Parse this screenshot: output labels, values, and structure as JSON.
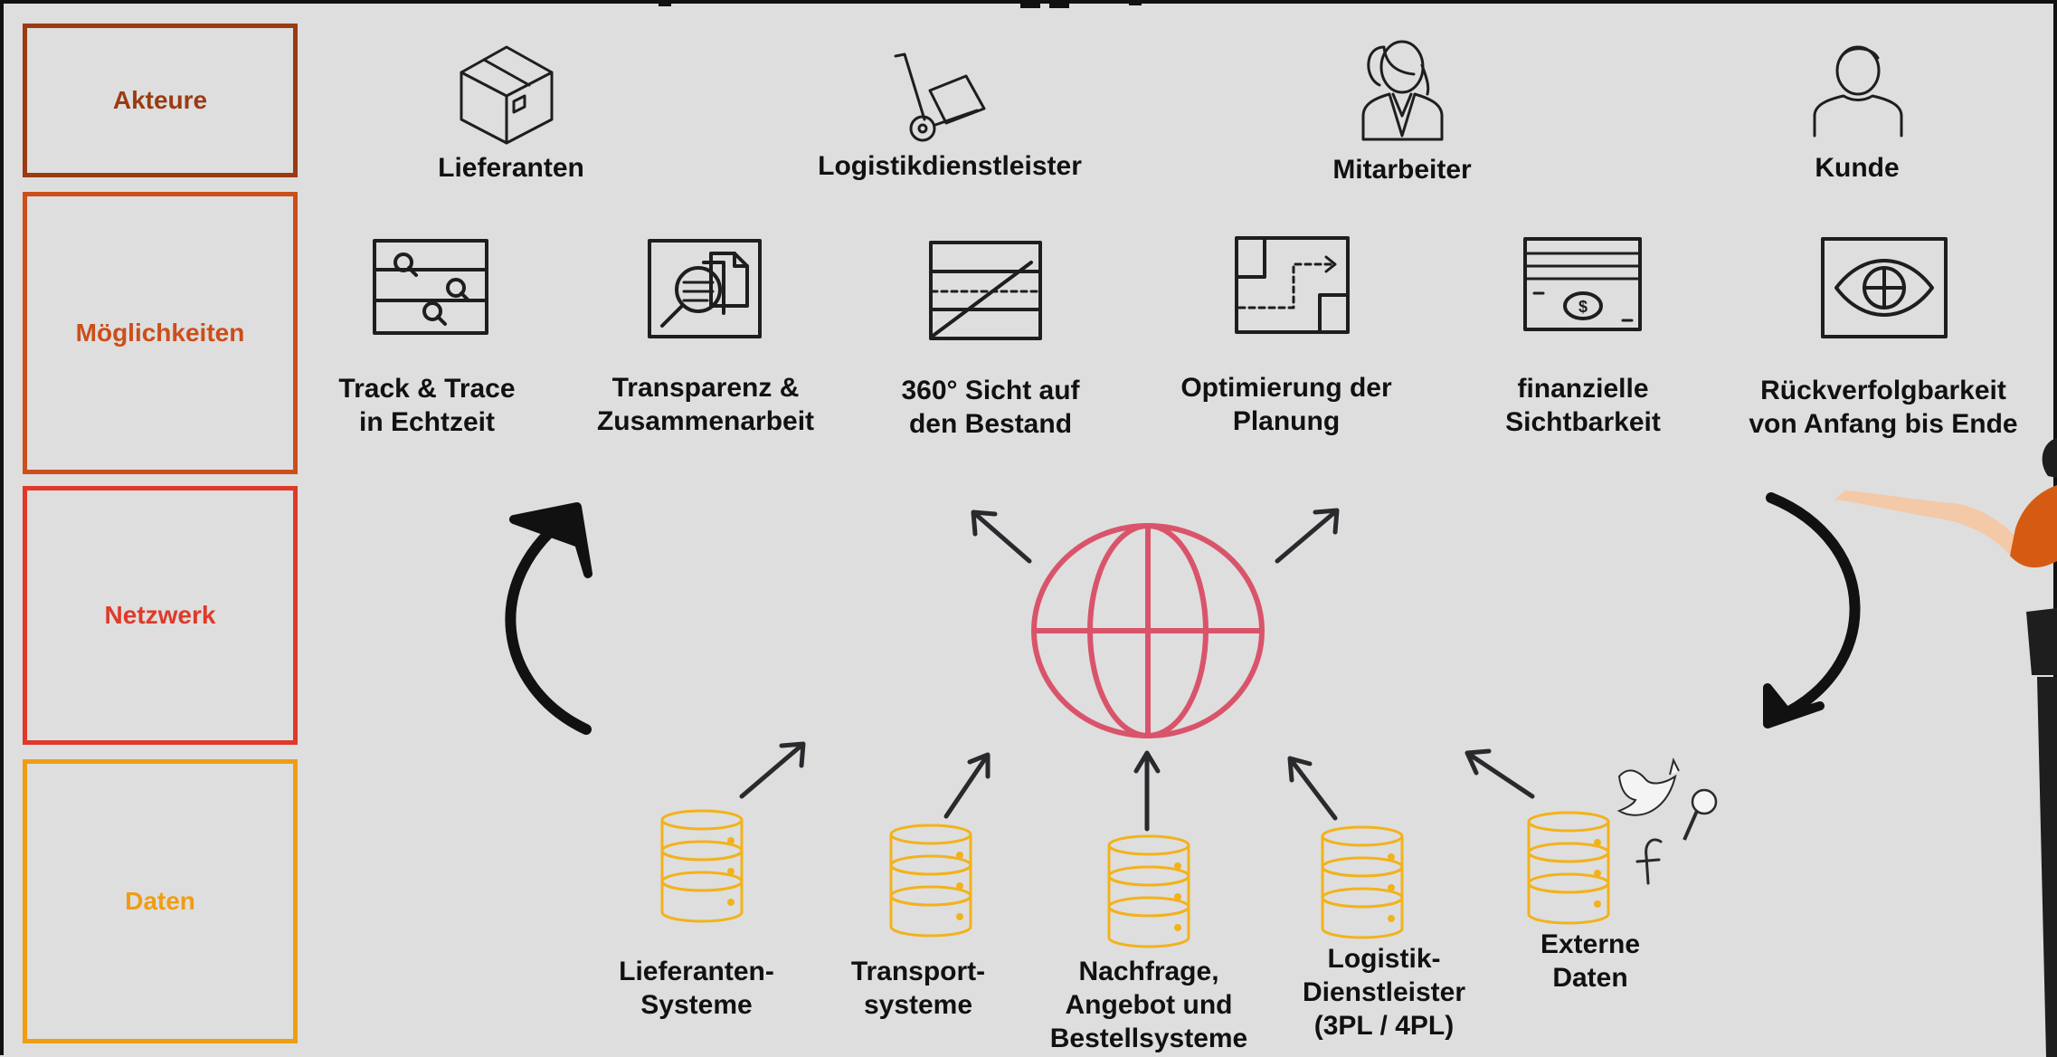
{
  "bands": [
    {
      "label": "Akteure",
      "color": "#9a3b12"
    },
    {
      "label": "Möglichkeiten",
      "color": "#cc4e1a"
    },
    {
      "label": "Netzwerk",
      "color": "#de3a2a"
    },
    {
      "label": "Daten",
      "color": "#ef9d14"
    }
  ],
  "actors": [
    "Lieferanten",
    "Logistikdienstleister",
    "Mitarbeiter",
    "Kunde"
  ],
  "capabilities": [
    "Track & Trace\nin Echtzeit",
    "Transparenz &\nZusammenarbeit",
    "360° Sicht auf\nden Bestand",
    "Optimierung der\nPlanung",
    "finanzielle\nSichtbarkeit",
    "Rückverfolgbarkeit\nvon Anfang bis Ende"
  ],
  "data_sources": [
    "Lieferanten-\nSysteme",
    "Transport-\nsysteme",
    "Nachfrage,\nAngebot und\nBestellsysteme",
    "Logistik-\nDienstleister\n(3PL / 4PL)",
    "Externe\nDaten"
  ],
  "colors": {
    "globe": "#d9546a",
    "database": "#f2b21b",
    "ink": "#1e1e1e"
  },
  "icons": {
    "actors": [
      "box-icon",
      "hand-truck-icon",
      "female-worker-icon",
      "customer-icon"
    ],
    "capabilities": [
      "tracking-sliders-icon",
      "document-search-icon",
      "inventory-view-icon",
      "route-plan-icon",
      "money-icon",
      "eye-target-icon"
    ],
    "network": "globe-icon",
    "data": "database-icon",
    "external": [
      "twitter-icon",
      "facebook-icon",
      "search-icon"
    ]
  }
}
